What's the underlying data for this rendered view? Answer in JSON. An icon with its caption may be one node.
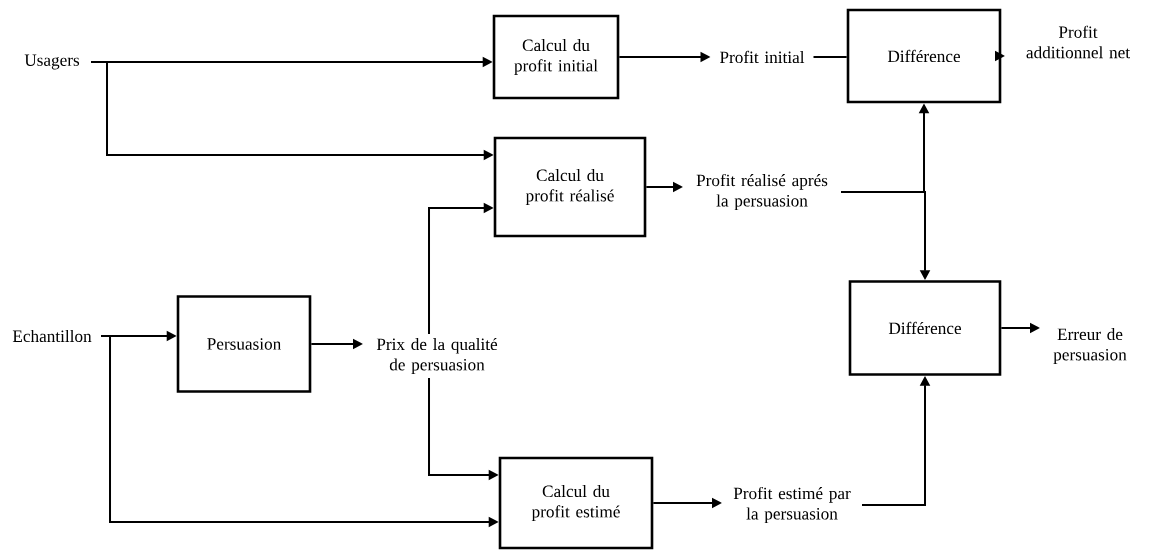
{
  "diagram": {
    "nodes": [
      {
        "text": [
          "Usagers"
        ]
      },
      {
        "text": [
          "Calcul du profit initial"
        ]
      },
      {
        "text": [
          "Profit initial"
        ]
      },
      {
        "text": [
          "Différence"
        ]
      },
      {
        "text": [
          "Profit additionnel net"
        ]
      },
      {
        "text": [
          "Calcul du profit réalisé"
        ]
      },
      {
        "text": [
          "Profit réalisé aprés la persuasion"
        ]
      },
      {
        "text": [
          "Echantillon"
        ]
      },
      {
        "text": [
          "Persuasion"
        ]
      },
      {
        "text": [
          "Prix de la qualité de persuasion"
        ]
      },
      {
        "text": [
          "Différence"
        ]
      },
      {
        "text": [
          "Erreur de persuasion"
        ]
      },
      {
        "text": [
          "Calcul du profit estimé"
        ]
      },
      {
        "text": [
          "Profit estimé par la persuasion"
        ]
      }
    ],
    "edges": [
      {
        "from": 0,
        "to": 1,
        "arrow": "to"
      },
      {
        "from": 0,
        "to": 5,
        "arrow": "to"
      },
      {
        "from": 1,
        "to": 2,
        "arrow": "to"
      },
      {
        "from": 2,
        "to": 3,
        "arrow": "none"
      },
      {
        "from": 3,
        "to": 4,
        "arrow": "to"
      },
      {
        "from": 5,
        "to": 6,
        "arrow": "to"
      },
      {
        "from": 6,
        "to": 3,
        "arrow": "to"
      },
      {
        "from": 6,
        "to": 10,
        "arrow": "to"
      },
      {
        "from": 7,
        "to": 8,
        "arrow": "to"
      },
      {
        "from": 7,
        "to": 12,
        "arrow": "to"
      },
      {
        "from": 8,
        "to": 9,
        "arrow": "to"
      },
      {
        "from": 9,
        "to": 5,
        "arrow": "to"
      },
      {
        "from": 9,
        "to": 12,
        "arrow": "to"
      },
      {
        "from": 10,
        "to": 11,
        "arrow": "to"
      },
      {
        "from": 12,
        "to": 13,
        "arrow": "to"
      },
      {
        "from": 13,
        "to": 10,
        "arrow": "to"
      }
    ]
  }
}
